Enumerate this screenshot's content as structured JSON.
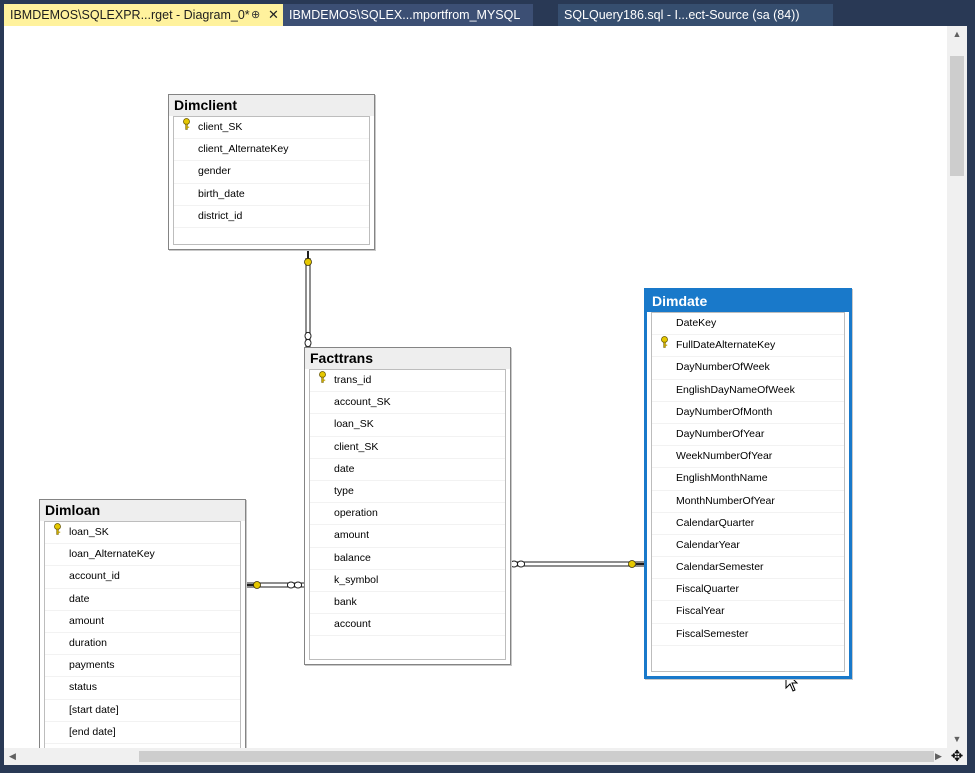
{
  "tabs": [
    {
      "label": "IBMDEMOS\\SQLEXPR...rget - Diagram_0*"
    },
    {
      "label": "IBMDEMOS\\SQLEX...mportfrom_MYSQL"
    },
    {
      "label": "SQLQuery186.sql - I...ect-Source (sa (84))"
    }
  ],
  "tables": {
    "dimclient": {
      "title": "Dimclient",
      "columns": [
        "client_SK",
        "client_AlternateKey",
        "gender",
        "birth_date",
        "district_id"
      ],
      "key_columns": [
        "client_SK"
      ]
    },
    "facttrans": {
      "title": "Facttrans",
      "columns": [
        "trans_id",
        "account_SK",
        "loan_SK",
        "client_SK",
        "date",
        "type",
        "operation",
        "amount",
        "balance",
        "k_symbol",
        "bank",
        "account"
      ],
      "key_columns": [
        "trans_id"
      ]
    },
    "dimloan": {
      "title": "Dimloan",
      "columns": [
        "loan_SK",
        "loan_AlternateKey",
        "account_id",
        "date",
        "amount",
        "duration",
        "payments",
        "status",
        "[start date]",
        "[end date]"
      ],
      "key_columns": [
        "loan_SK"
      ]
    },
    "dimdate": {
      "title": "Dimdate",
      "columns": [
        "DateKey",
        "FullDateAlternateKey",
        "DayNumberOfWeek",
        "EnglishDayNameOfWeek",
        "DayNumberOfMonth",
        "DayNumberOfYear",
        "WeekNumberOfYear",
        "EnglishMonthName",
        "MonthNumberOfYear",
        "CalendarQuarter",
        "CalendarYear",
        "CalendarSemester",
        "FiscalQuarter",
        "FiscalYear",
        "FiscalSemester"
      ],
      "key_columns": [
        "FullDateAlternateKey"
      ],
      "selected": true
    }
  },
  "relationships": [
    {
      "from": "Facttrans",
      "to": "Dimclient"
    },
    {
      "from": "Facttrans",
      "to": "Dimloan"
    },
    {
      "from": "Facttrans",
      "to": "Dimdate"
    }
  ],
  "icons": {
    "key": "key-icon",
    "pin": "pin-icon",
    "close": "close-icon",
    "move": "move-icon"
  },
  "colors": {
    "active_tab": "#fff29d",
    "selection": "#1979ca",
    "chrome": "#293955",
    "key": "#e6c800"
  }
}
